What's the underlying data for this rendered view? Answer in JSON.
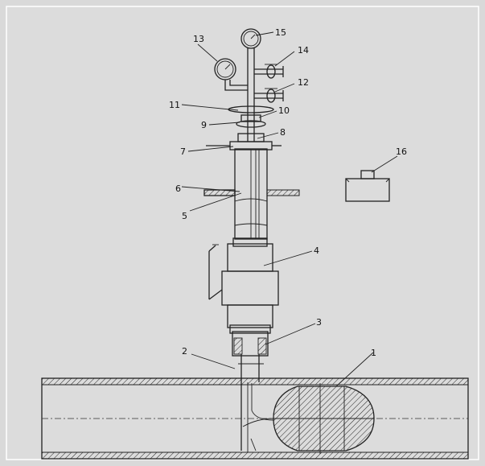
{
  "labels": {
    "l1": "1",
    "l2": "2",
    "l3": "3",
    "l4": "4",
    "l5": "5",
    "l6": "6",
    "l7": "7",
    "l8": "8",
    "l9": "9",
    "l10": "10",
    "l11": "11",
    "l12": "12",
    "l13": "13",
    "l14": "14",
    "l15": "15",
    "l16": "16"
  },
  "colors": {
    "background": "#d9d9d9",
    "line": "#222222",
    "frame": "#ffffff"
  }
}
